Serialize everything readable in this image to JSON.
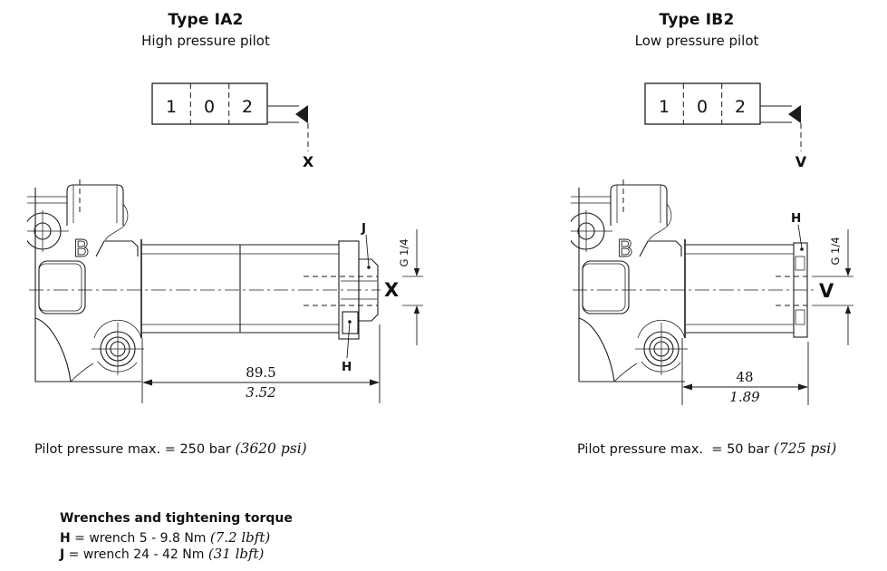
{
  "columns": {
    "left": {
      "title": "Type IA2",
      "subtitle": "High pressure pilot",
      "symbol": {
        "cell1": "1",
        "cell2": "0",
        "cell3": "2",
        "port": "X"
      },
      "drawing": {
        "body_letter": "B",
        "label_j": "J",
        "label_h": "H",
        "port": "X",
        "thread": "G 1/4",
        "dim_mm": "89.5",
        "dim_in": "3.52"
      },
      "note": {
        "text": "Pilot pressure max. = 250 bar ",
        "psi": "(3620 psi)"
      }
    },
    "right": {
      "title": "Type IB2",
      "subtitle": "Low pressure pilot",
      "symbol": {
        "cell1": "1",
        "cell2": "0",
        "cell3": "2",
        "port": "V"
      },
      "drawing": {
        "body_letter": "B",
        "label_h": "H",
        "port": "V",
        "thread": "G 1/4",
        "dim_mm": "48",
        "dim_in": "1.89"
      },
      "note": {
        "text": "Pilot pressure max.  = 50 bar ",
        "psi": "(725 psi)"
      }
    }
  },
  "footer": {
    "heading": "Wrenches and tightening torque",
    "wrench_h": {
      "key": "H",
      "text": " = wrench 5 - 9.8 Nm ",
      "lbft": "(7.2 lbft)"
    },
    "wrench_j": {
      "key": "J",
      "text": " = wrench 24 - 42 Nm ",
      "lbft": "(31 lbft)"
    }
  }
}
